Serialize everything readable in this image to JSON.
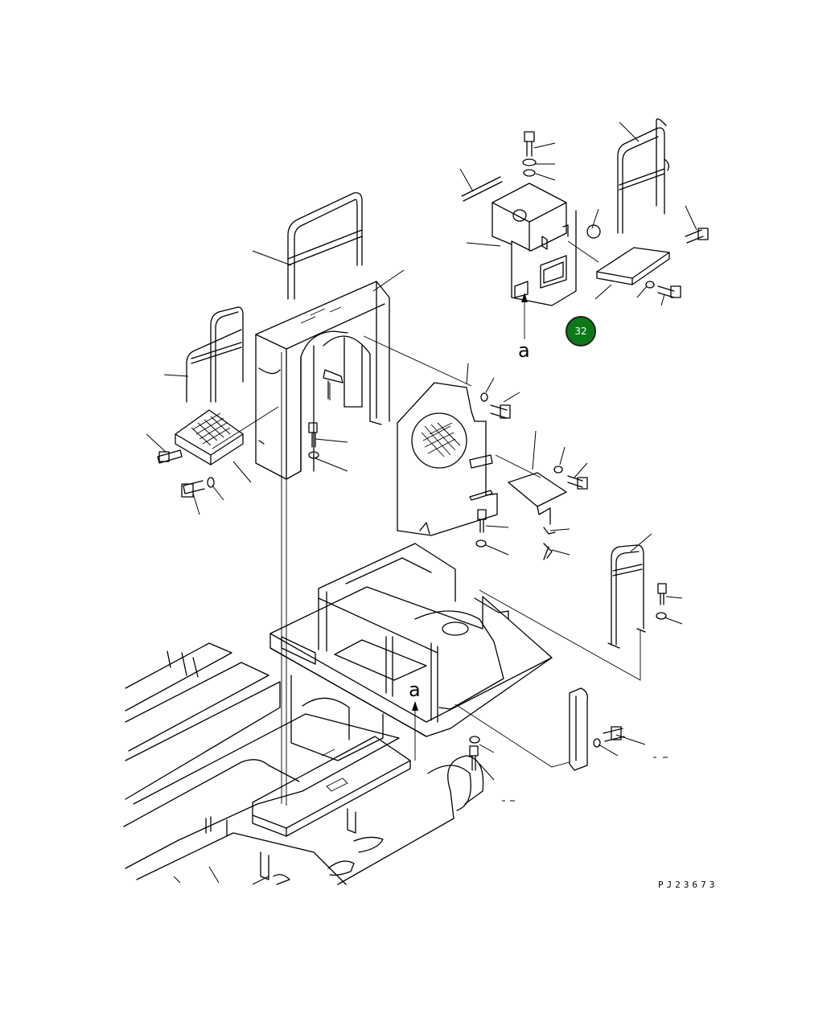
{
  "diagram": {
    "view_label_top": "a",
    "view_label_bottom": "a",
    "drawing_code": "PJ23673"
  },
  "callout": {
    "number": "32",
    "fill_color": "#0a7a16"
  }
}
